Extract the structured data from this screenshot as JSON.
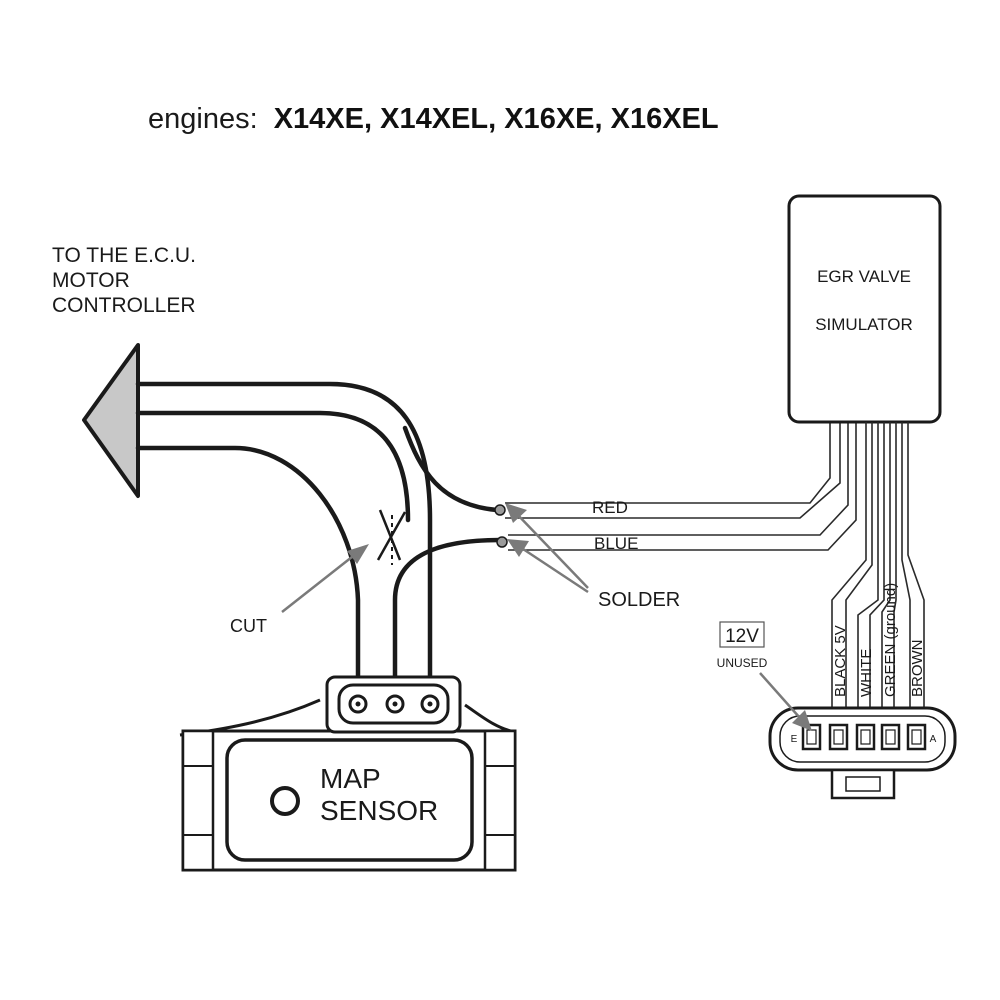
{
  "title": {
    "prefix": "engines: ",
    "engines": "X14XE, X14XEL, X16XE, X16XEL"
  },
  "ecu_label": {
    "line1": "TO THE E.C.U.",
    "line2": "MOTOR",
    "line3": "CONTROLLER"
  },
  "egr_box": {
    "line1": "EGR VALVE",
    "line2": "SIMULATOR"
  },
  "wires": {
    "red": "RED",
    "blue": "BLUE"
  },
  "callouts": {
    "solder": "SOLDER",
    "cut": "CUT"
  },
  "connector": {
    "power_badge": "12V",
    "unused": "UNUSED",
    "pin_left": "E",
    "pin_right": "A",
    "pins": [
      "BLACK 5V",
      "WHITE",
      "GREEN (ground)",
      "BROWN"
    ]
  },
  "map_sensor": {
    "line1": "MAP",
    "line2": "SENSOR"
  },
  "colors": {
    "line": "#1a1a1a",
    "arrow_gray": "#7a7a7a",
    "arrowhead_fill": "#c8c8c8",
    "background": "#ffffff"
  }
}
